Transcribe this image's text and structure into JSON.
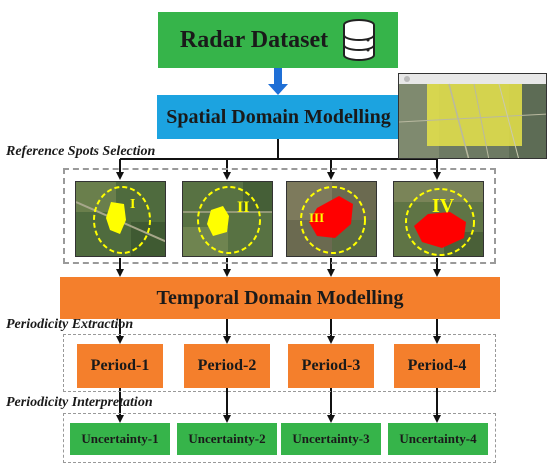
{
  "nodes": {
    "radar_dataset": "Radar Dataset",
    "spatial_modelling": "Spatial Domain Modelling",
    "temporal_modelling": "Temporal Domain Modelling"
  },
  "sections": {
    "reference_spots": "Reference Spots Selection",
    "periodicity_extraction": "Periodicity Extraction",
    "periodicity_interpretation": "Periodicity Interpretation"
  },
  "spots": [
    {
      "numeral": "I",
      "fill": "#ffff00"
    },
    {
      "numeral": "II",
      "fill": "#ffff00"
    },
    {
      "numeral": "III",
      "fill": "#ff0000"
    },
    {
      "numeral": "IV",
      "fill": "#ff0000"
    }
  ],
  "periods": [
    "Period-1",
    "Period-2",
    "Period-3",
    "Period-4"
  ],
  "uncertainties": [
    "Uncertainty-1",
    "Uncertainty-2",
    "Uncertainty-3",
    "Uncertainty-4"
  ],
  "colors": {
    "green": "#36b44a",
    "blue": "#1ca3e0",
    "orange": "#f47f2c",
    "arrow_blue": "#1f6fd6"
  },
  "icons": {
    "database": "database-icon"
  }
}
